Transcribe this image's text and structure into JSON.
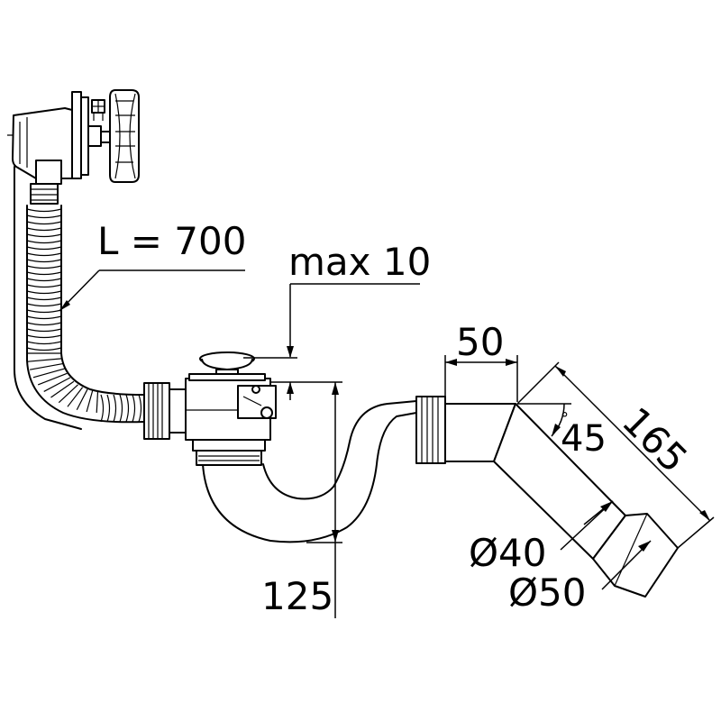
{
  "labels": {
    "hose_length": "L = 700",
    "max_height": "max 10",
    "width_top": "50",
    "angle": "45",
    "degree_symbol": "°",
    "length_diag": "165",
    "inner_diameter": "Ø40",
    "outer_diameter": "Ø50",
    "height_total": "125"
  }
}
